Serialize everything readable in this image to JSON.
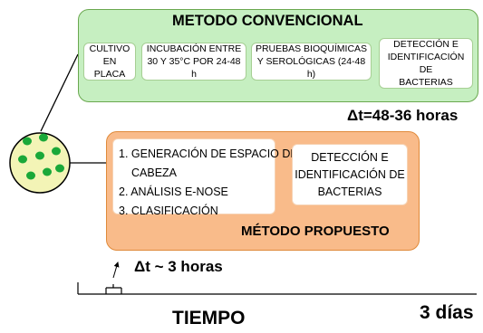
{
  "conventional": {
    "title": "METODO CONVENCIONAL",
    "step1": [
      "CULTIVO",
      "EN PLACA"
    ],
    "step2": [
      "INCUBACIÓN ENTRE",
      "30 Y 35°C POR 24-48 h"
    ],
    "step3": [
      "PRUEBAS BIOQUÍMICAS",
      "Y SEROLÓGICAS (24-48 h)"
    ],
    "step4": [
      "DETECCIÓN E",
      "IDENTIFICACIÓN DE",
      "BACTERIAS"
    ],
    "delta": "Δt=48-36 horas"
  },
  "proposed": {
    "title": "MÉTODO PROPUESTO",
    "steps": [
      "1. GENERACIÓN DE ESPACIO DE",
      "CABEZA",
      "2. ANÁLISIS E-NOSE",
      "3. CLASIFICACIÓN"
    ],
    "result": [
      "DETECCIÓN E",
      "IDENTIFICACIÓN DE",
      "BACTERIAS"
    ],
    "delta": "Δt ~ 3 horas"
  },
  "timeline": {
    "label": "TIEMPO",
    "end_label": "3 días"
  },
  "colors": {
    "conventional_fill": "#c6efc1",
    "proposed_fill": "#f9bb8a",
    "petri_fill": "#f3f4b6",
    "colony": "#1aa839"
  },
  "icons": [
    "petri-dish-icon",
    "arrow-icon"
  ]
}
